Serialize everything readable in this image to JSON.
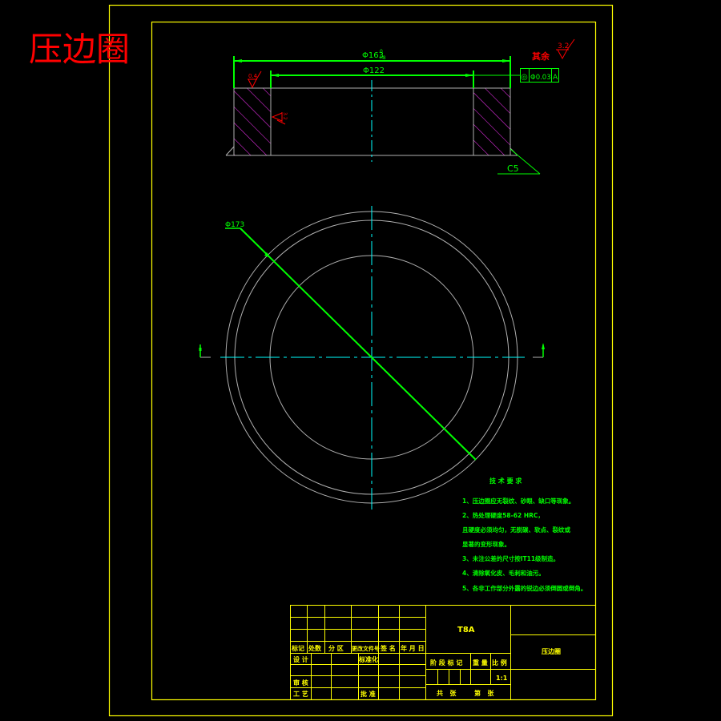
{
  "drawing": {
    "title": "压边圈",
    "colors": {
      "background": "#000000",
      "frame": "#ffff00",
      "dimension": "#00ff00",
      "centerline": "#00ffff",
      "outline": "#b0b0b0",
      "hatch": "#ff33ff",
      "annotation": "#ff0000"
    }
  },
  "section_view": {
    "dim_outer": "Φ163",
    "dim_outer_tol_upper": "0",
    "dim_outer_tol_lower": "h8",
    "dim_inner": "Φ122",
    "roughness_top": "0.4",
    "roughness_inner": "3.2",
    "roughness_remaining_label": "其余",
    "roughness_remaining_value": "3.2",
    "tolerance_symbol": "◎",
    "tolerance_value": "Φ0.03",
    "tolerance_datum": "A",
    "chamfer": "C5"
  },
  "plan_view": {
    "dim_diameter": "Φ173"
  },
  "tech_requirements": {
    "heading": "技 术 要 求",
    "items": [
      "1、压边圈应无裂纹、砂眼、缺口等现象。",
      "2、热处理硬度58-62 HRC，",
      "   且硬度必须均匀，无脱碳、软点、裂纹或",
      "   显著的变形现象。",
      "3、未注公差的尺寸按IT11级制造。",
      "4、清除氧化皮、毛刺和油污。",
      "5、各非工作部分外露的锐边必须倒圆或倒角。"
    ]
  },
  "title_block": {
    "header_cells": [
      "标记",
      "处数",
      "分 区",
      "更改文件号",
      "签 名",
      "年 月 日"
    ],
    "row_design": "设 计",
    "row_standard": "标准化",
    "row_review": "审 核",
    "row_process": "工 艺",
    "row_approve": "批 准",
    "material": "T8A",
    "stage_mark": "阶 段 标 记",
    "weight": "重 量",
    "scale_label": "比 例",
    "scale_value": "1:1",
    "sheets_total": "共   张",
    "sheet_number": "第   张",
    "part_name": "压边圈"
  }
}
